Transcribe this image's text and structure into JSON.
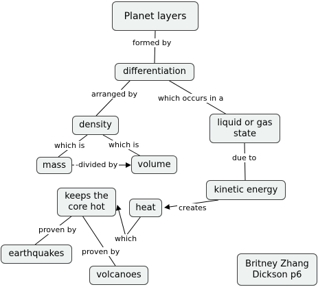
{
  "nodes": {
    "planet_layers": "Planet layers",
    "differentiation": "differentiation",
    "density": "density",
    "liquid_or_gas": "liquid or gas state",
    "mass": "mass",
    "volume": "volume",
    "kinetic_energy": "kinetic energy",
    "keeps_core_hot": "keeps the core hot",
    "heat": "heat",
    "earthquakes": "earthquakes",
    "volcanoes": "volcanoes",
    "author": "Britney Zhang Dickson p6"
  },
  "links": {
    "formed_by": "formed by",
    "arranged_by": "arranged by",
    "which_occurs_in_a": "which occurs in a",
    "which_is_left": "which is",
    "which_is_right": "which is",
    "divided_by": "-divided   by",
    "due_to": "due to",
    "creates": "creates",
    "which": "which",
    "proven_by_left": "proven by",
    "proven_by_right": "proven by"
  },
  "colors": {
    "node_fill": "#eef3f2",
    "node_border": "#3d3d3d",
    "edge": "#000000"
  }
}
